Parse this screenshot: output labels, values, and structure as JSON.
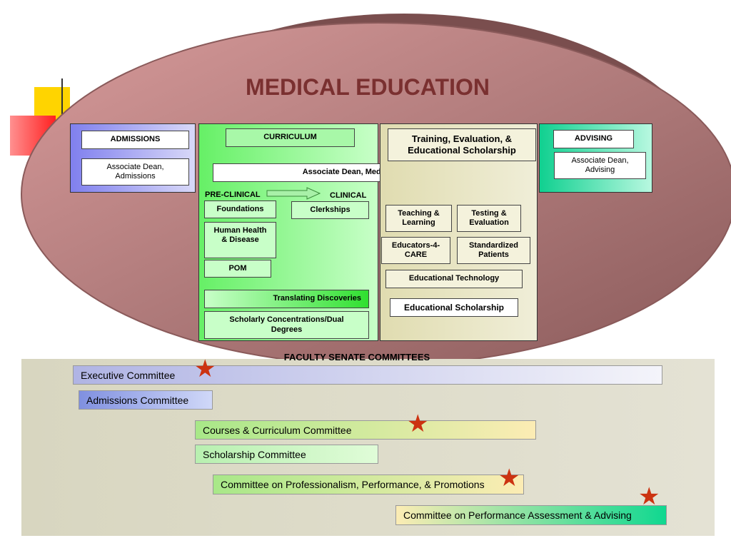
{
  "title": "MEDICAL EDUCATION",
  "admissions": {
    "header": "ADMISSIONS",
    "dean": "Associate Dean, Admissions"
  },
  "curriculum": {
    "header": "CURRICULUM",
    "dean": "Associate Dean, Medical Education",
    "preclinical": "PRE-CLINICAL",
    "clinical": "CLINICAL",
    "foundations": "Foundations",
    "clerkships": "Clerkships",
    "human_health": "Human Health & Disease",
    "pom": "POM",
    "translating": "Translating Discoveries",
    "scholarly": "Scholarly Concentrations/Dual Degrees"
  },
  "training": {
    "header": "Training, Evaluation, & Educational Scholarship",
    "teaching": "Teaching & Learning",
    "testing": "Testing & Evaluation",
    "educators": "Educators-4-CARE",
    "standardized": "Standardized Patients",
    "technology": "Educational Technology",
    "scholarship": "Educational Scholarship"
  },
  "advising": {
    "header": "ADVISING",
    "dean": "Associate Dean, Advising"
  },
  "senate": {
    "header": "FACULTY SENATE COMMITTEES",
    "committees": [
      "Executive Committee",
      "Admissions Committee",
      "Courses & Curriculum Committee",
      "Scholarship Committee",
      "Committee on Professionalism, Performance, & Promotions",
      "Committee on Performance Assessment & Advising"
    ],
    "star_symbol": "★"
  },
  "colors": {
    "oval": "#b07b7b",
    "admissions": "#8080ee",
    "curriculum": "#80ff80",
    "training": "#e8e4c0",
    "advising": "#20e0a0",
    "star": "#cc3311"
  }
}
